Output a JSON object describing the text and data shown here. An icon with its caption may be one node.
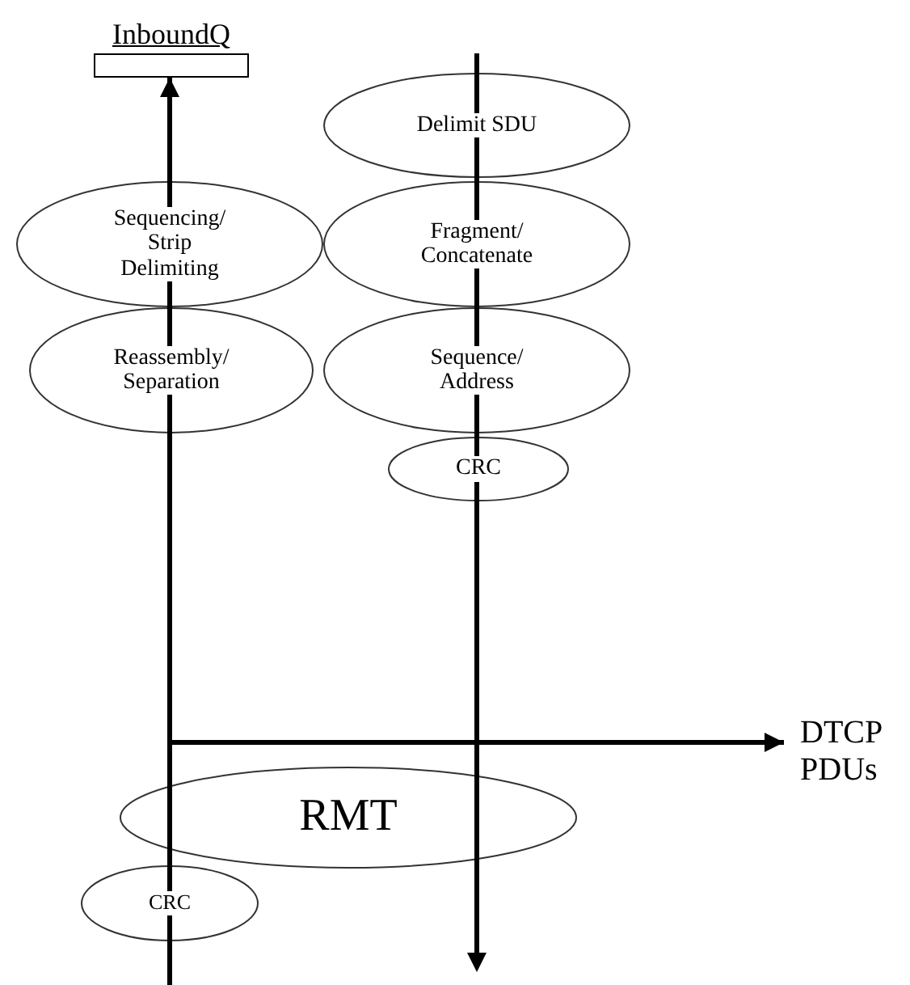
{
  "diagram": {
    "nodes": [
      {
        "text": [
          "InboundQ"
        ]
      },
      {
        "text": [
          "Delimit SDU"
        ]
      },
      {
        "text": [
          "Sequencing/ Strip Delimiting"
        ]
      },
      {
        "text": [
          "Fragment/ Concatenate"
        ]
      },
      {
        "text": [
          "Reassembly/ Separation"
        ]
      },
      {
        "text": [
          "Sequence/ Address"
        ]
      },
      {
        "text": [
          "CRC"
        ]
      },
      {
        "text": [
          "DTCP PDUs"
        ]
      },
      {
        "text": [
          "RMT"
        ]
      },
      {
        "text": [
          "CRC"
        ]
      }
    ],
    "edges": [
      {
        "from": null,
        "to": 0,
        "arrow": "to"
      },
      {
        "from": null,
        "to": 7,
        "arrow": "to"
      }
    ]
  }
}
